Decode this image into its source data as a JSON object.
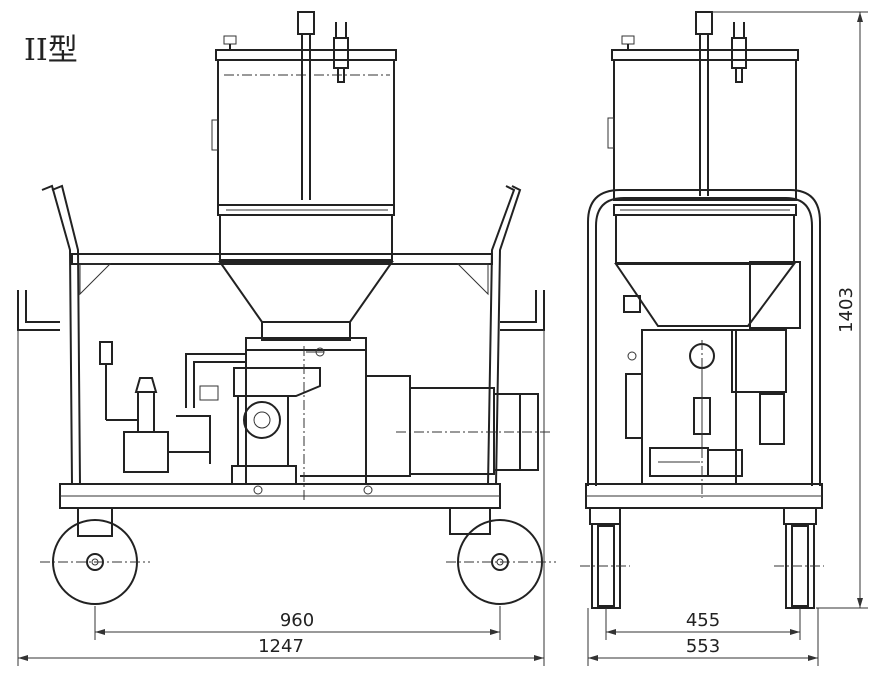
{
  "title": "II型",
  "dimensions": {
    "front_inner_width": "960",
    "front_overall_width": "1247",
    "side_inner_width": "455",
    "side_overall_width": "553",
    "overall_height": "1403"
  }
}
